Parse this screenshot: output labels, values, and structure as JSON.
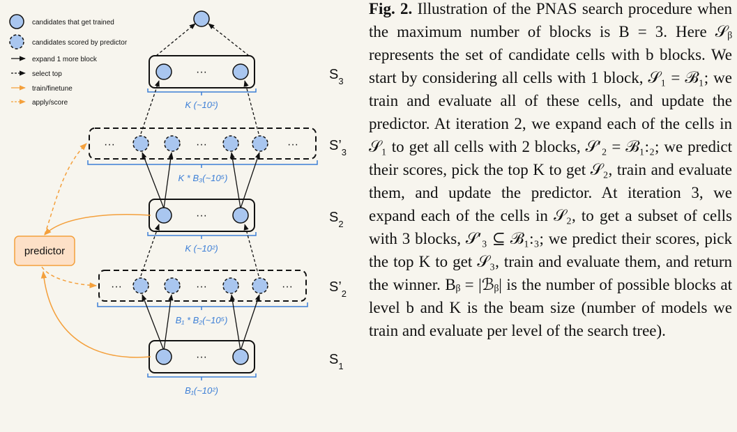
{
  "legend": {
    "items": [
      {
        "key": "trained",
        "label": "candidates that get trained"
      },
      {
        "key": "scored",
        "label": "candidates scored by predictor"
      },
      {
        "key": "expand",
        "label": "expand 1 more block"
      },
      {
        "key": "select",
        "label": "select top"
      },
      {
        "key": "train",
        "label": "train/finetune"
      },
      {
        "key": "apply",
        "label": "apply/score"
      }
    ]
  },
  "colors": {
    "node_fill": "#a9c6ef",
    "blue_text": "#3d7fd6",
    "orange": "#f4a03c",
    "predictor_fill": "#fde0c7",
    "background": "#f7f5ee"
  },
  "labels": {
    "dots": "···",
    "predictor": "predictor",
    "k_s3": "K (~10²)",
    "kb3": "K * B₃(~10⁵)",
    "k_s2": "K (~10²)",
    "b1b2": "B₁ * B₂(~10⁵)",
    "b1": "B₁(~10²)"
  },
  "levels": {
    "s3": {
      "name": "S",
      "sub": "3"
    },
    "s3p": {
      "name": "S’",
      "sub": "3"
    },
    "s2": {
      "name": "S",
      "sub": "2"
    },
    "s2p": {
      "name": "S’",
      "sub": "2"
    },
    "s1": {
      "name": "S",
      "sub": "1"
    }
  },
  "caption": {
    "lead": "Fig. 2.",
    "text": " Illustration of the PNAS search procedure when the maximum number of blocks is B = 3. Here 𝒮ᵦ represents the set of candidate cells with b blocks. We start by considering all cells with 1 block, 𝒮₁ = ℬ₁; we train and evaluate all of these cells, and update the predictor. At iteration 2, we expand each of the cells in 𝒮₁ to get all cells with 2 blocks, 𝒮′₂ = ℬ₁:₂; we predict their scores, pick the top K to get 𝒮₂, train and evaluate them, and update the predictor. At iteration 3, we expand each of the cells in 𝒮₂, to get a subset of cells with 3 blocks, 𝒮′₃ ⊆ ℬ₁:₃; we predict their scores, pick the top K to get 𝒮₃, train and evaluate them, and return the winner. Bᵦ = |ℬᵦ| is the number of possible blocks at level b and K is the beam size (number of models we train and evaluate per level of the search tree)."
  }
}
